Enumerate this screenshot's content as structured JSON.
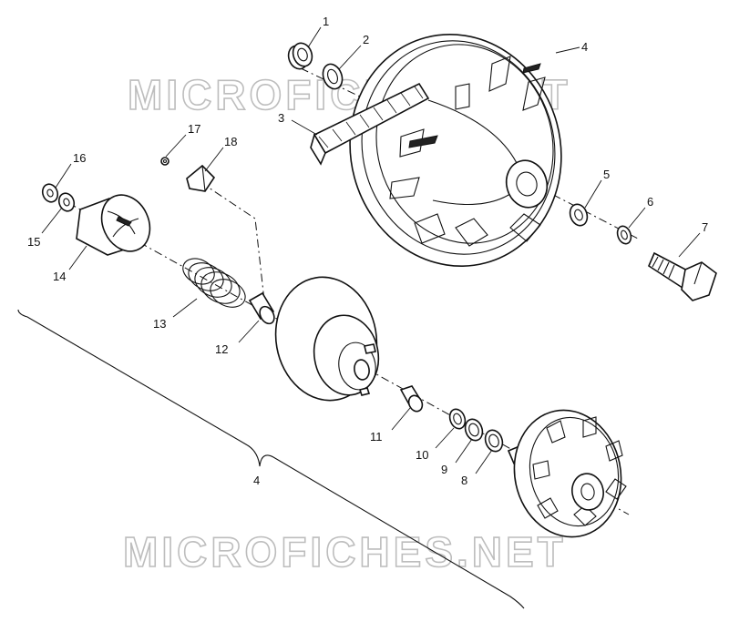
{
  "watermark": {
    "top": "MICROFICHES.NET",
    "bottom": "MICROFICHES.NET"
  },
  "callouts": {
    "c1": "1",
    "c2": "2",
    "c3": "3",
    "c4": "4",
    "c5": "5",
    "c6": "6",
    "c7": "7",
    "c8": "8",
    "c9": "9",
    "c10": "10",
    "c11": "11",
    "c12": "12",
    "c13": "13",
    "c14": "14",
    "c15": "15",
    "c16": "16",
    "c17": "17",
    "c18": "18",
    "c4b": "4"
  }
}
